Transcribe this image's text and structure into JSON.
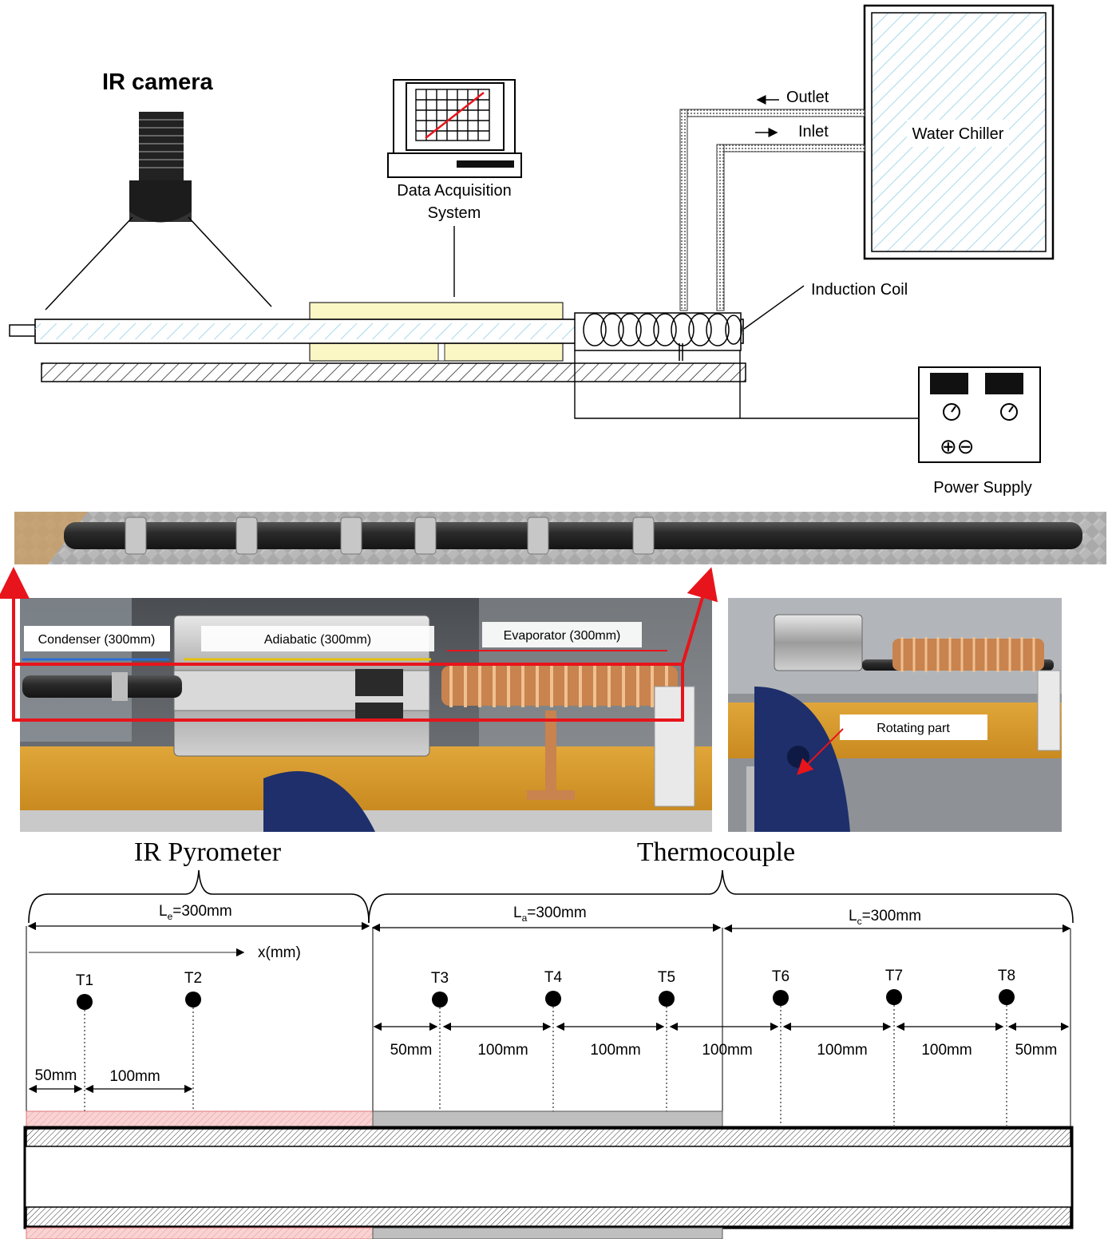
{
  "schematic": {
    "ir_camera": "IR camera",
    "daq_line1": "Data Acquisition",
    "daq_line2": "System",
    "outlet": "Outlet",
    "inlet": "Inlet",
    "water_chiller": "Water Chiller",
    "induction_coil": "Induction Coil",
    "power_supply": "Power Supply",
    "power_symbols": "⊕⊖"
  },
  "photos": {
    "condenser": "Condenser (300mm)",
    "adiabatic": "Adiabatic (300mm)",
    "evaporator": "Evaporator (300mm)",
    "rotating_part": "Rotating part"
  },
  "measurement": {
    "ir_pyrometer": "IR Pyrometer",
    "thermocouple": "Thermocouple",
    "le_label": "L",
    "le_sub": "e",
    "le_value": "=300mm",
    "la_label": "L",
    "la_sub": "a",
    "la_value": "=300mm",
    "lc_label": "L",
    "lc_sub": "c",
    "lc_value": "=300mm",
    "x_axis": "x(mm)",
    "sensors": [
      "T1",
      "T2",
      "T3",
      "T4",
      "T5",
      "T6",
      "T7",
      "T8"
    ],
    "spacing_left": [
      "50mm",
      "100mm"
    ],
    "spacing_right": [
      "50mm",
      "100mm",
      "100mm",
      "100mm",
      "100mm",
      "100mm",
      "50mm"
    ]
  },
  "colors": {
    "accent_red": "#e8141b",
    "copper": "#c8834e",
    "chiller_hatch": "#8ed0ea",
    "adiabatic_fill": "#fbf7c5",
    "evap_fill": "#f7c8c8",
    "adia_grey": "#bfbfbf"
  }
}
